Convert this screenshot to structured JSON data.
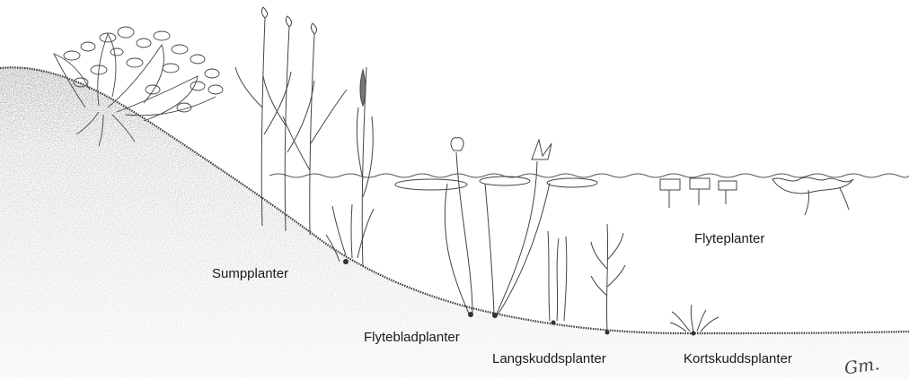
{
  "labels": {
    "sumpplanter": "Sumpplanter",
    "flytebladplanter": "Flytebladplanter",
    "langskuddsplanter": "Langskuddsplanter",
    "kortskuddsplanter": "Kortskuddsplanter",
    "flyteplanter": "Flyteplanter"
  },
  "signature": "Gm."
}
